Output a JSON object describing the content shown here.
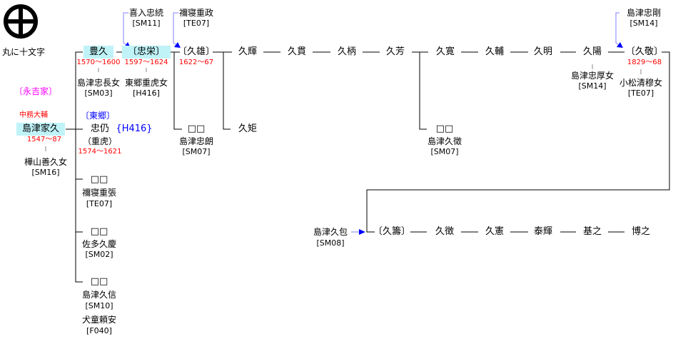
{
  "crest": {
    "caption": "丸に十文字"
  },
  "top_notes": {
    "kiire": {
      "name": "喜入忠続",
      "code": "[SM11]"
    },
    "nejime": {
      "name": "禰寝重政",
      "code": "[TE07]"
    },
    "tadatake": {
      "name": "島津忠剛",
      "code": "[SM14]"
    }
  },
  "family_label": "〔永吉家〕",
  "iehisa": {
    "title": "中務大輔",
    "name": "島津家久",
    "years": "1547〜87",
    "wife": "樺山善久女",
    "wife_code": "[SM16]"
  },
  "toyohisa": {
    "name": "豊久",
    "years": "1570〜1600",
    "wife": "島津忠長女",
    "wife_code": "[SM03]"
  },
  "tadanaga": {
    "branch": "〔東郷〕",
    "name": "忠仍",
    "code": "{H416}",
    "alias": "（重虎）",
    "years": "1574〜1621"
  },
  "tadamasa": {
    "name": "〔忠栄〕",
    "years": "1597〜1624",
    "wife": "東郷重虎女",
    "wife_code": "[H416]"
  },
  "hisao": {
    "name": "〔久雄〕",
    "years": "1622〜67"
  },
  "unknown_a": {
    "name": "□□",
    "adopt": "島津忠朗",
    "code": "[SM07]"
  },
  "row1": [
    "久輝",
    "久貫",
    "久柄",
    "久芳",
    "久寛",
    "久輔",
    "久明",
    "久陽"
  ],
  "hisanori": "久矩",
  "unknown_b": {
    "name": "□□",
    "adopt": "島津久徴",
    "code": "[SM07]"
  },
  "hisaakira_wife": {
    "name": "島津忠厚女",
    "code": "[SM14]"
  },
  "hisataka": {
    "name": "〔久敬〕",
    "years": "1829〜68",
    "wife": "小松清穆女",
    "wife_code": "[TE07]"
  },
  "other_sons": [
    {
      "name": "□□",
      "adopt": "禰寝重張",
      "code": "[TE07]"
    },
    {
      "name": "□□",
      "adopt": "佐多久慶",
      "code": "[SM02]"
    },
    {
      "name": "□□",
      "adopt": "島津久信",
      "code": "[SM10]",
      "adopt2": "犬童頼安",
      "code2": "[F040]"
    }
  ],
  "hisakane": {
    "name": "島津久包",
    "code": "[SM08]"
  },
  "row2": [
    "〔久籌〕",
    "久徴",
    "久憲",
    "泰輝",
    "基之",
    "博之"
  ]
}
